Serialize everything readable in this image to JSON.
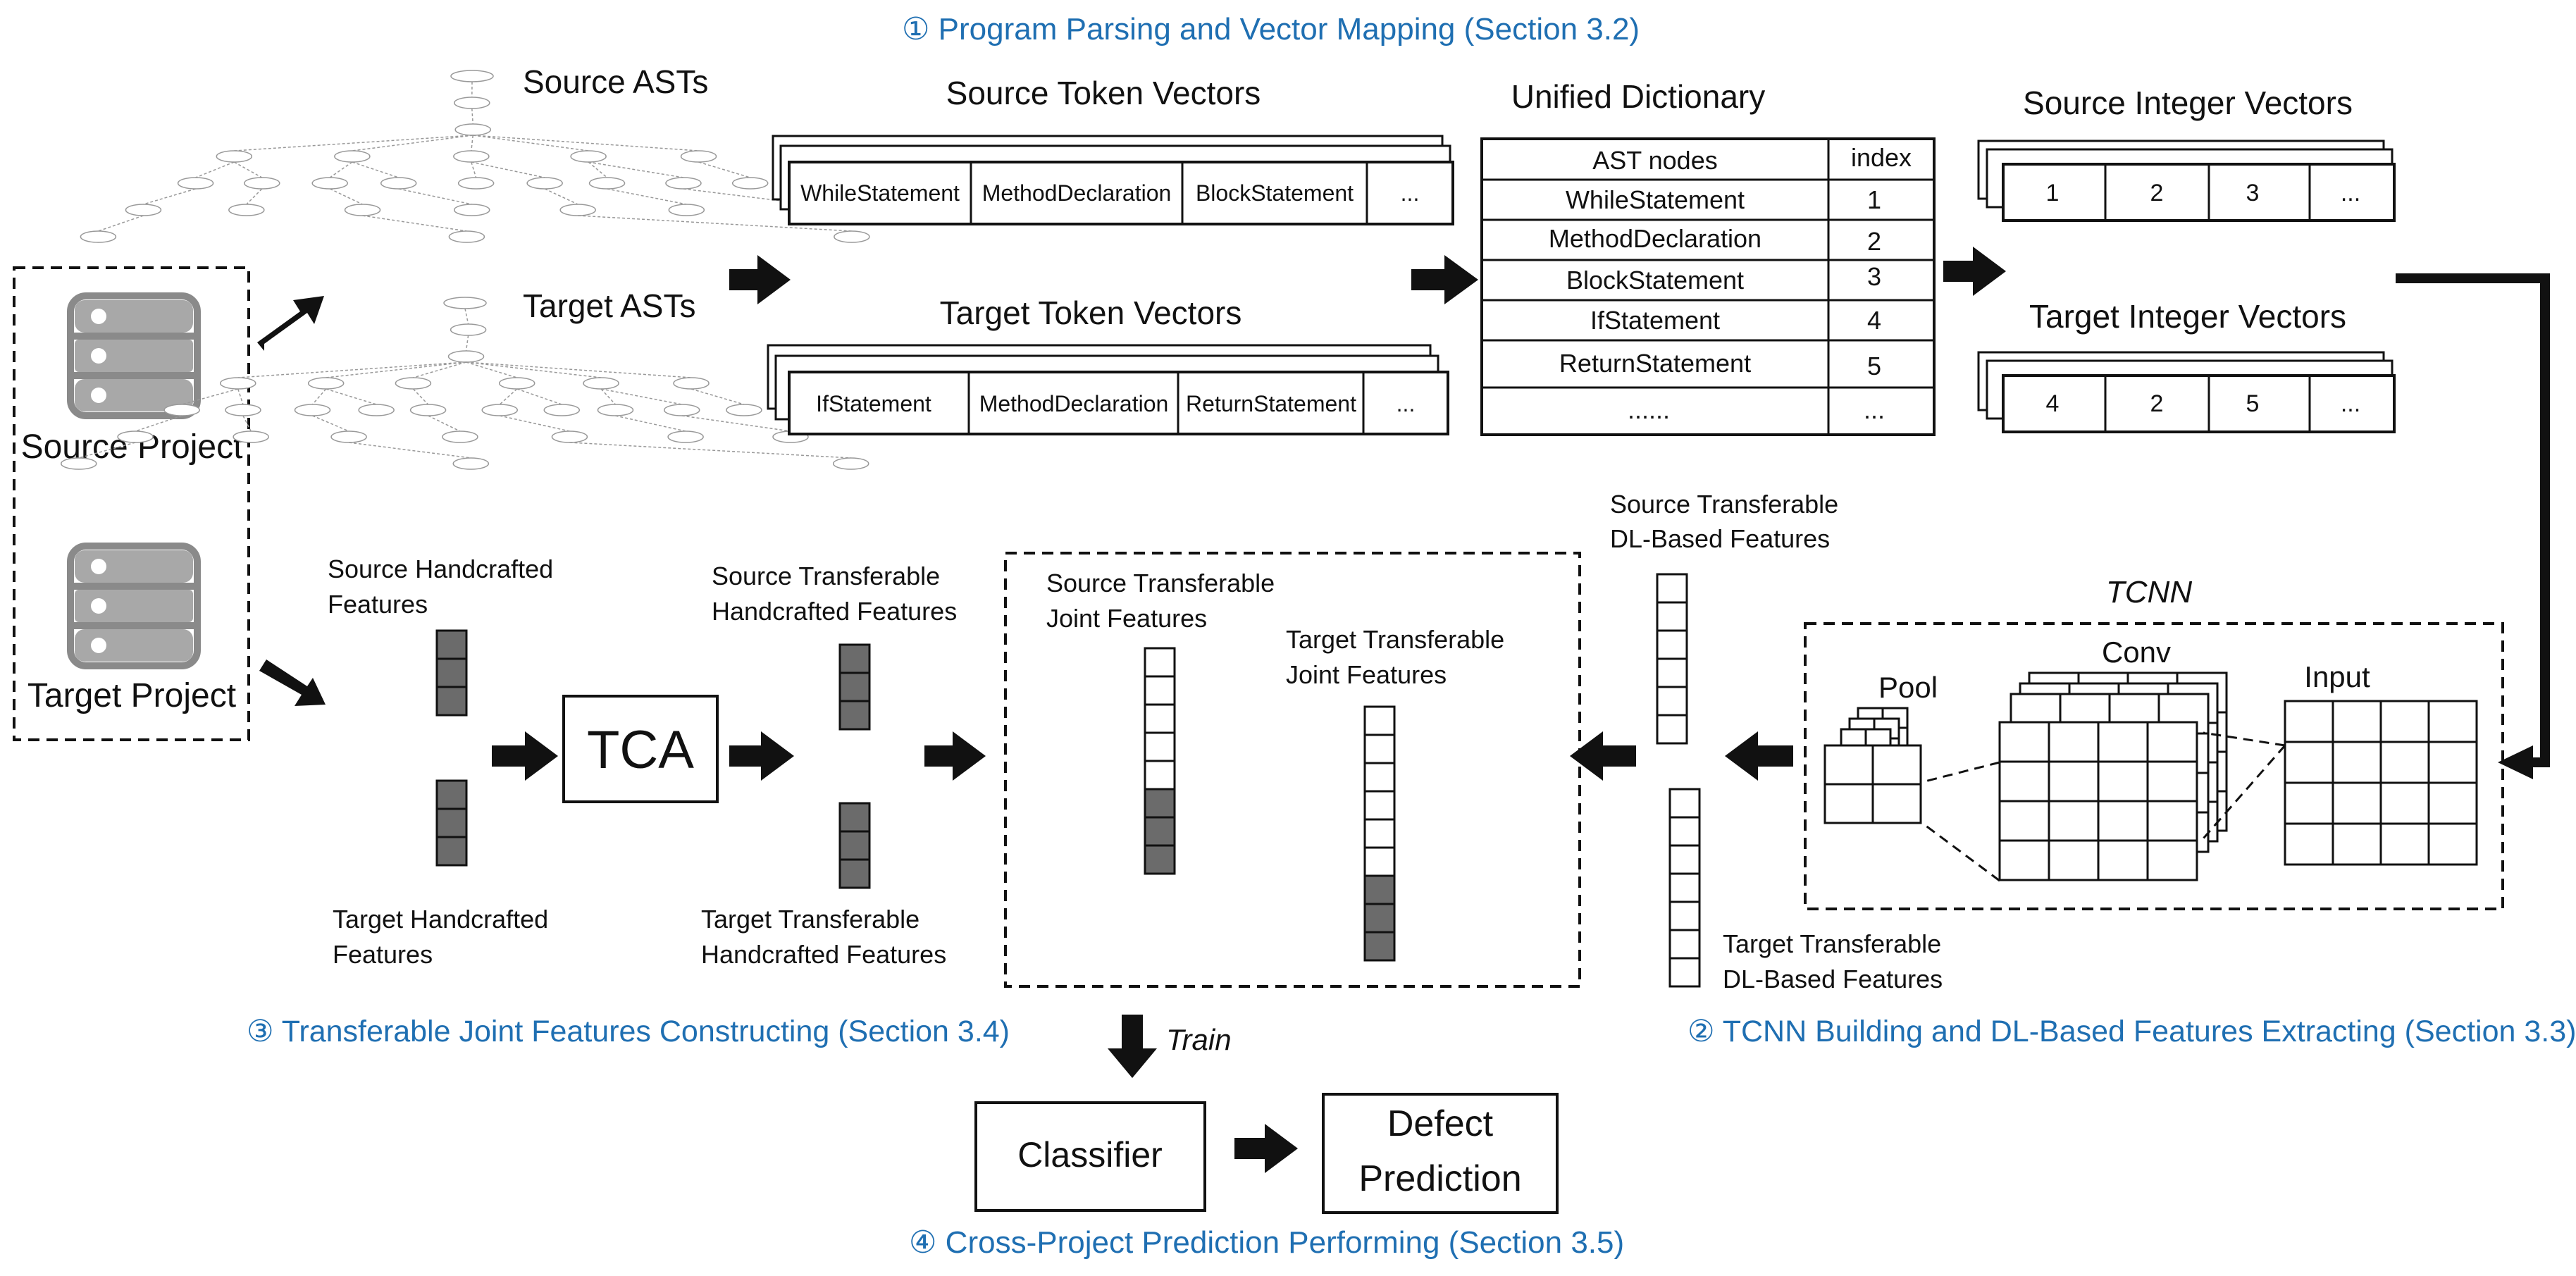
{
  "steps": {
    "s1": "① Program Parsing and Vector Mapping (Section 3.2)",
    "s2": "② TCNN Building and DL-Based Features Extracting (Section 3.3)",
    "s3": "③ Transferable Joint Features Constructing (Section 3.4)",
    "s4": "④ Cross-Project Prediction Performing (Section 3.5)"
  },
  "projects": {
    "source": "Source Project",
    "target": "Target Project"
  },
  "asts": {
    "source": "Source ASTs",
    "target": "Target ASTs"
  },
  "token_vectors": {
    "source_title": "Source Token Vectors",
    "target_title": "Target Token Vectors",
    "source": [
      "WhileStatement",
      "MethodDeclaration",
      "BlockStatement",
      "..."
    ],
    "target": [
      "IfStatement",
      "MethodDeclaration",
      "ReturnStatement",
      "..."
    ]
  },
  "dictionary": {
    "title": "Unified Dictionary",
    "header": [
      "AST nodes",
      "index"
    ],
    "rows": [
      [
        "WhileStatement",
        "1"
      ],
      [
        "MethodDeclaration",
        "2"
      ],
      [
        "BlockStatement",
        "3"
      ],
      [
        "IfStatement",
        "4"
      ],
      [
        "ReturnStatement",
        "5"
      ],
      [
        "......",
        "..."
      ]
    ]
  },
  "integer_vectors": {
    "source_title": "Source Integer Vectors",
    "target_title": "Target Integer Vectors",
    "source": [
      "1",
      "2",
      "3",
      "..."
    ],
    "target": [
      "4",
      "2",
      "5",
      "..."
    ]
  },
  "tcnn": {
    "title": "TCNN",
    "pool": "Pool",
    "conv": "Conv",
    "input": "Input"
  },
  "dl_features": {
    "source": [
      "Source Transferable",
      "DL-Based Features"
    ],
    "target": [
      "Target Transferable",
      "DL-Based Features"
    ]
  },
  "handcrafted": {
    "source": [
      "Source Handcrafted",
      "Features"
    ],
    "target": [
      "Target Handcrafted",
      "Features"
    ]
  },
  "tca": "TCA",
  "transferable_handcrafted": {
    "source": [
      "Source Transferable",
      "Handcrafted Features"
    ],
    "target": [
      "Target Transferable",
      "Handcrafted Features"
    ]
  },
  "joint": {
    "source": [
      "Source Transferable",
      "Joint Features"
    ],
    "target": [
      "Target Transferable",
      "Joint Features"
    ]
  },
  "train": "Train",
  "classifier": "Classifier",
  "prediction": [
    "Defect",
    "Prediction"
  ],
  "colors": {
    "step_blue": "#1f6fb2",
    "filled_cell": "#6b6b6b",
    "server_gray": "#888888"
  }
}
